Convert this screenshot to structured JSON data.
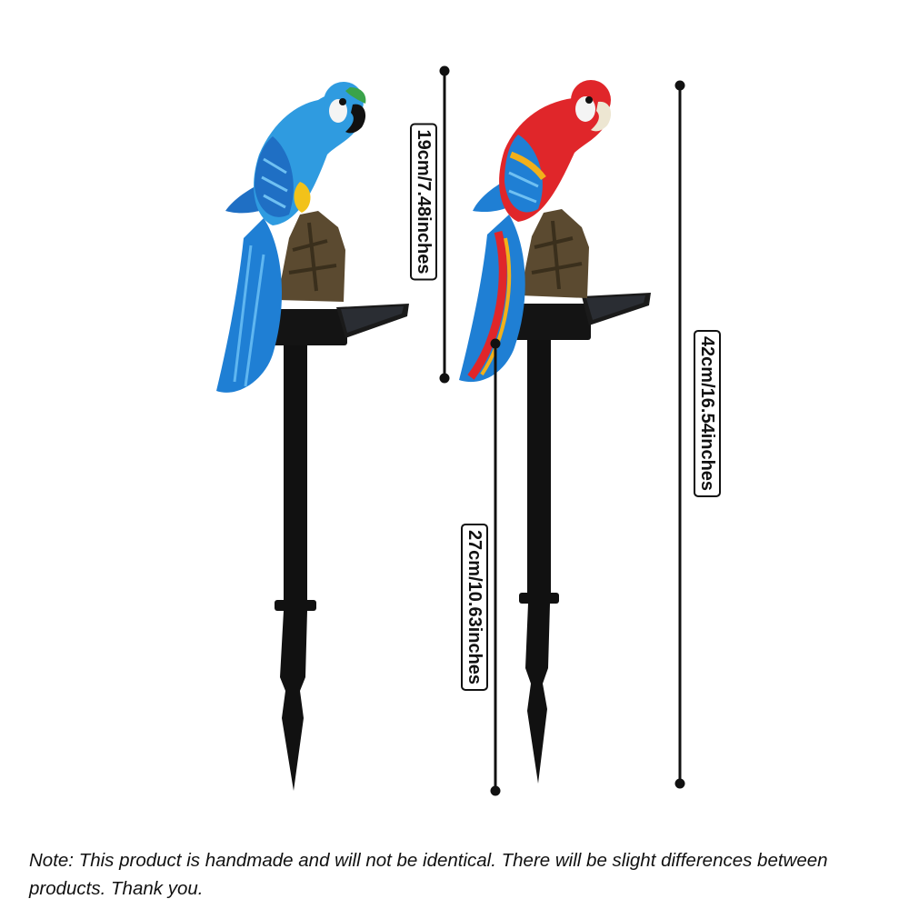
{
  "dimensions": {
    "bird_height": "19cm/7.48inches",
    "total_height": "42cm/16.54inches",
    "stake_height": "27cm/10.63inches"
  },
  "products": [
    {
      "name": "blue-macaw",
      "body_color": "#2f9be0",
      "wing_color": "#1f6fc4",
      "belly_color": "#f2c21a"
    },
    {
      "name": "red-macaw",
      "body_color": "#e0262a",
      "wing_color": "#1f7fd4",
      "belly_color": "#f2b01a"
    }
  ],
  "colors": {
    "stake": "#111111",
    "rock": "#5b4a30",
    "panel": "#1a1a1a",
    "line": "#111111"
  },
  "note": "Note: This product is handmade and will not be identical. There will be slight differences between products. Thank you."
}
